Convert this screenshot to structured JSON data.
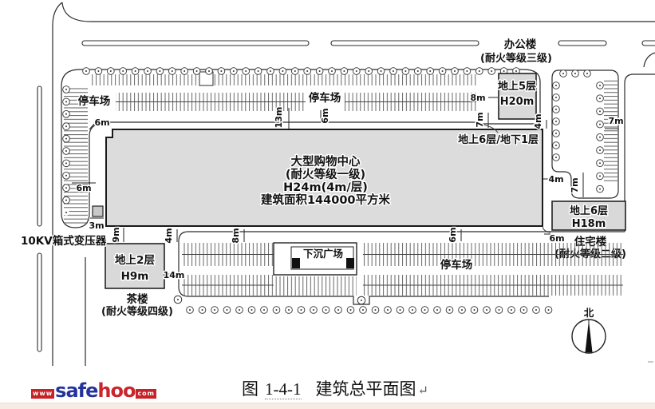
{
  "caption": {
    "fig": "图",
    "no": "1-4-1",
    "title": "建筑总平面图",
    "mark": "↵"
  },
  "logo": {
    "www": "www",
    "safe": "safe",
    "hoo": "hoo",
    "com": "com"
  },
  "compass": {
    "north": "北"
  },
  "labels": {
    "office_name": "办公楼",
    "office_fire": "(耐火等级三级)",
    "office_floors": "地上5层",
    "office_height": "H20m",
    "mall_corner": "地上6层/地下1层",
    "mall_name": "大型购物中心",
    "mall_fire": "(耐火等级一级)",
    "mall_height": "H24m(4m/层)",
    "mall_area": "建筑面积144000平方米",
    "residential_floors": "地上6层",
    "residential_height": "H18m",
    "residential_name": "住宅楼",
    "residential_fire": "(耐火等级二级)",
    "teahouse_floors": "地上2层",
    "teahouse_height": "H9m",
    "teahouse_name": "茶楼",
    "teahouse_fire": "(耐火等级四级)",
    "transformer": "10KV箱式变压器",
    "plaza": "下沉广场",
    "parking_nw": "停车场",
    "parking_n": "停车场",
    "parking_s": "停车场"
  },
  "dims": {
    "nw6": "6m",
    "w6": "6m",
    "w3": "3m",
    "w9": "9m",
    "s4": "4m",
    "s8": "8m",
    "s14": "14m",
    "se6": "6m",
    "n13": "13m",
    "n6": "6m",
    "ne8": "8m",
    "ne7": "7m",
    "ne4": "4m",
    "e7": "7m",
    "e4": "4m",
    "e7b": "7m",
    "e6": "6m"
  }
}
